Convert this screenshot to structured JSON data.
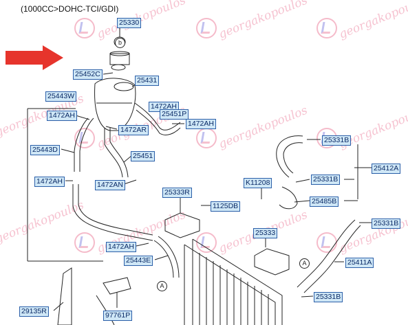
{
  "header": {
    "engine": "(1000CC>DOHC-TCI/GDI)"
  },
  "watermark": {
    "text": "georgakopoulos"
  },
  "colors": {
    "arrow": "#e6342c",
    "label_bg": "#cfe7f6",
    "label_border": "#2a5ea8"
  },
  "circle_marks": {
    "b": "b",
    "a1": "A",
    "a2": "A"
  },
  "labels": {
    "p25330": "25330",
    "p25452C": "25452C",
    "p25431": "25431",
    "p25443W": "25443W",
    "p1472AH_a": "1472AH",
    "p1472AH_b": "1472AH",
    "p25451P": "25451P",
    "p1472AR": "1472AR",
    "p1472AH_c": "1472AH",
    "p25443D": "25443D",
    "p25451": "25451",
    "p1472AH_d": "1472AH",
    "p1472AN": "1472AN",
    "p25333R": "25333R",
    "p1125DB": "1125DB",
    "p25331B_a": "25331B",
    "p25412A": "25412A",
    "pK11208": "K11208",
    "p25331B_b": "25331B",
    "p25485B": "25485B",
    "p25331B_c": "25331B",
    "p25333": "25333",
    "p1472AH_e": "1472AH",
    "p25443E": "25443E",
    "p25411A": "25411A",
    "p25331B_d": "25331B",
    "p29135R": "29135R",
    "p97761P": "97761P"
  }
}
